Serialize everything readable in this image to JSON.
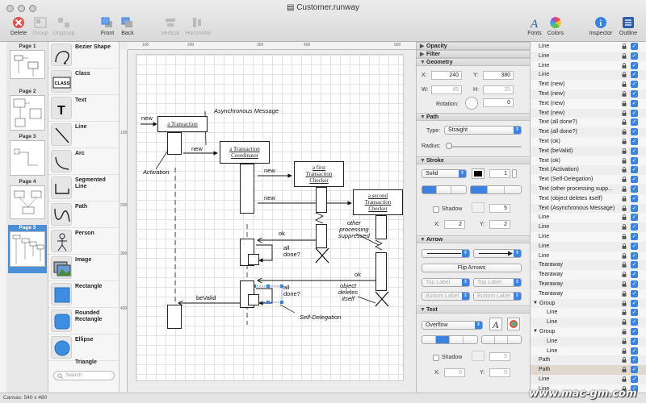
{
  "window": {
    "title": "Customer.runway"
  },
  "toolbar": {
    "delete_label": "Delete",
    "group_label": "Group",
    "ungroup_label": "Ungroup",
    "front_label": "Front",
    "back_label": "Back",
    "vertical_label": "Vertical",
    "horizontal_label": "Horizontal",
    "fonts_label": "Fonts",
    "colors_label": "Colors",
    "inspector_label": "Inspector",
    "outline_label": "Outline"
  },
  "pages": [
    {
      "label": "Page 1",
      "selected": false
    },
    {
      "label": "Page 2",
      "selected": false
    },
    {
      "label": "Page 3",
      "selected": false
    },
    {
      "label": "Page 4",
      "selected": false
    },
    {
      "label": "Page 5",
      "selected": true
    }
  ],
  "shapes": [
    {
      "label": "Bezier Shape",
      "icon": "bezier-icon"
    },
    {
      "label": "Class",
      "icon": "class-icon",
      "icon_text": "CLASS"
    },
    {
      "label": "Text",
      "icon": "text-icon",
      "icon_text": "T"
    },
    {
      "label": "Line",
      "icon": "line-icon"
    },
    {
      "label": "Arc",
      "icon": "arc-icon"
    },
    {
      "label": "Segmented Line",
      "icon": "segmented-line-icon"
    },
    {
      "label": "Path",
      "icon": "path-icon"
    },
    {
      "label": "Person",
      "icon": "person-icon"
    },
    {
      "label": "Image",
      "icon": "image-icon"
    },
    {
      "label": "Rectangle",
      "icon": "rectangle-icon"
    },
    {
      "label": "Rounded Rectangle",
      "icon": "rounded-rectangle-icon"
    },
    {
      "label": "Ellipse",
      "icon": "ellipse-icon"
    },
    {
      "label": "Triangle",
      "icon": "triangle-icon"
    }
  ],
  "search": {
    "placeholder": "Search"
  },
  "rulers": {
    "h": [
      "100",
      "200",
      "300",
      "400",
      "500"
    ],
    "v": [
      "100",
      "200",
      "300",
      "400"
    ]
  },
  "diagram": {
    "boxes": {
      "transaction": "a Transaction",
      "coordinator_1": "a Transaction",
      "coordinator_2": "Coordinator",
      "first_checker_1": "a first",
      "first_checker_2": "Transaction",
      "first_checker_3": "Checker",
      "second_checker_1": "a second",
      "second_checker_2": "Transaction",
      "second_checker_3": "Checker"
    },
    "labels": {
      "new_1": "new",
      "new_2": "new",
      "new_3": "new",
      "new_4": "new",
      "async": "Asynchronous Message",
      "activation": "Activation",
      "other_1": "other",
      "other_2": "processing",
      "other_3": "suppressed",
      "ok_1": "ok",
      "ok_2": "ok",
      "all_done_1a": "all",
      "all_done_1b": "done?",
      "all_done_2a": "all",
      "all_done_2b": "done?",
      "object_1": "object",
      "object_2": "deletes",
      "object_3": "itself",
      "bevalid": "beValid",
      "self_delegation": "Self-Delegation"
    }
  },
  "inspector": {
    "opacity": "Opacity",
    "filter": "Filter",
    "geometry": "Geometry",
    "x_label": "X:",
    "x_value": "240",
    "y_label": "Y:",
    "y_value": "380",
    "w_label": "W:",
    "w_value": "45",
    "h_label": "H:",
    "h_value": "25",
    "rotation_label": "Rotation:",
    "rotation_value": "0",
    "path": "Path",
    "type_label": "Type:",
    "type_value": "Straight",
    "radius_label": "Radius:",
    "stroke": "Stroke",
    "stroke_style": "Solid",
    "stroke_width": "1",
    "shadow_label": "Shadow",
    "shadow_blur": "5",
    "shadow_x_label": "X:",
    "shadow_x": "2",
    "shadow_y_label": "Y:",
    "shadow_y": "2",
    "arrow": "Arrow",
    "flip_arrows": "Flip Arrows",
    "top_label": "Top Label",
    "bottom_label": "Bottom Label",
    "text": "Text",
    "overflow": "Overflow",
    "text_shadow_label": "Shadow",
    "text_shadow_blur": "5",
    "text_x_label": "X:",
    "text_x": "0",
    "text_y_label": "Y:",
    "text_y": "0"
  },
  "outline": [
    {
      "label": "Line",
      "indent": 0
    },
    {
      "label": "Line",
      "indent": 0
    },
    {
      "label": "Line",
      "indent": 0
    },
    {
      "label": "Line",
      "indent": 0
    },
    {
      "label": "Text (new)",
      "indent": 0
    },
    {
      "label": "Text (new)",
      "indent": 0
    },
    {
      "label": "Text (new)",
      "indent": 0
    },
    {
      "label": "Text (new)",
      "indent": 0
    },
    {
      "label": "Text (all done?)",
      "indent": 0
    },
    {
      "label": "Text (all done?)",
      "indent": 0
    },
    {
      "label": "Text (ok)",
      "indent": 0
    },
    {
      "label": "Text (beValid)",
      "indent": 0
    },
    {
      "label": "Text (ok)",
      "indent": 0
    },
    {
      "label": "Text (Activation)",
      "indent": 0
    },
    {
      "label": "Text (Self-Delegation)",
      "indent": 0
    },
    {
      "label": "Text (other processing supp...",
      "indent": 0
    },
    {
      "label": "Text (object deletes itself)",
      "indent": 0
    },
    {
      "label": "Text (Asynchronous Message)",
      "indent": 0
    },
    {
      "label": "Line",
      "indent": 0
    },
    {
      "label": "Line",
      "indent": 0
    },
    {
      "label": "Line",
      "indent": 0
    },
    {
      "label": "Line",
      "indent": 0
    },
    {
      "label": "Line",
      "indent": 0
    },
    {
      "label": "Tearaway",
      "indent": 0
    },
    {
      "label": "Tearaway",
      "indent": 0
    },
    {
      "label": "Tearaway",
      "indent": 0
    },
    {
      "label": "Tearaway",
      "indent": 0
    },
    {
      "label": "Group",
      "indent": 0,
      "group": true
    },
    {
      "label": "Line",
      "indent": 1
    },
    {
      "label": "Line",
      "indent": 1
    },
    {
      "label": "Group",
      "indent": 0,
      "group": true
    },
    {
      "label": "Line",
      "indent": 1
    },
    {
      "label": "Line",
      "indent": 1
    },
    {
      "label": "Path",
      "indent": 0
    },
    {
      "label": "Path",
      "indent": 0,
      "selected": true
    },
    {
      "label": "Line",
      "indent": 0
    },
    {
      "label": "Line",
      "indent": 0
    }
  ],
  "status": {
    "canvas": "Canvas: 540 x 480"
  },
  "watermark": "www.mac-gm.com",
  "colors": {
    "accent": "#3d82e0",
    "delete": "#d9534f",
    "selected_page": "#4a90d9"
  }
}
